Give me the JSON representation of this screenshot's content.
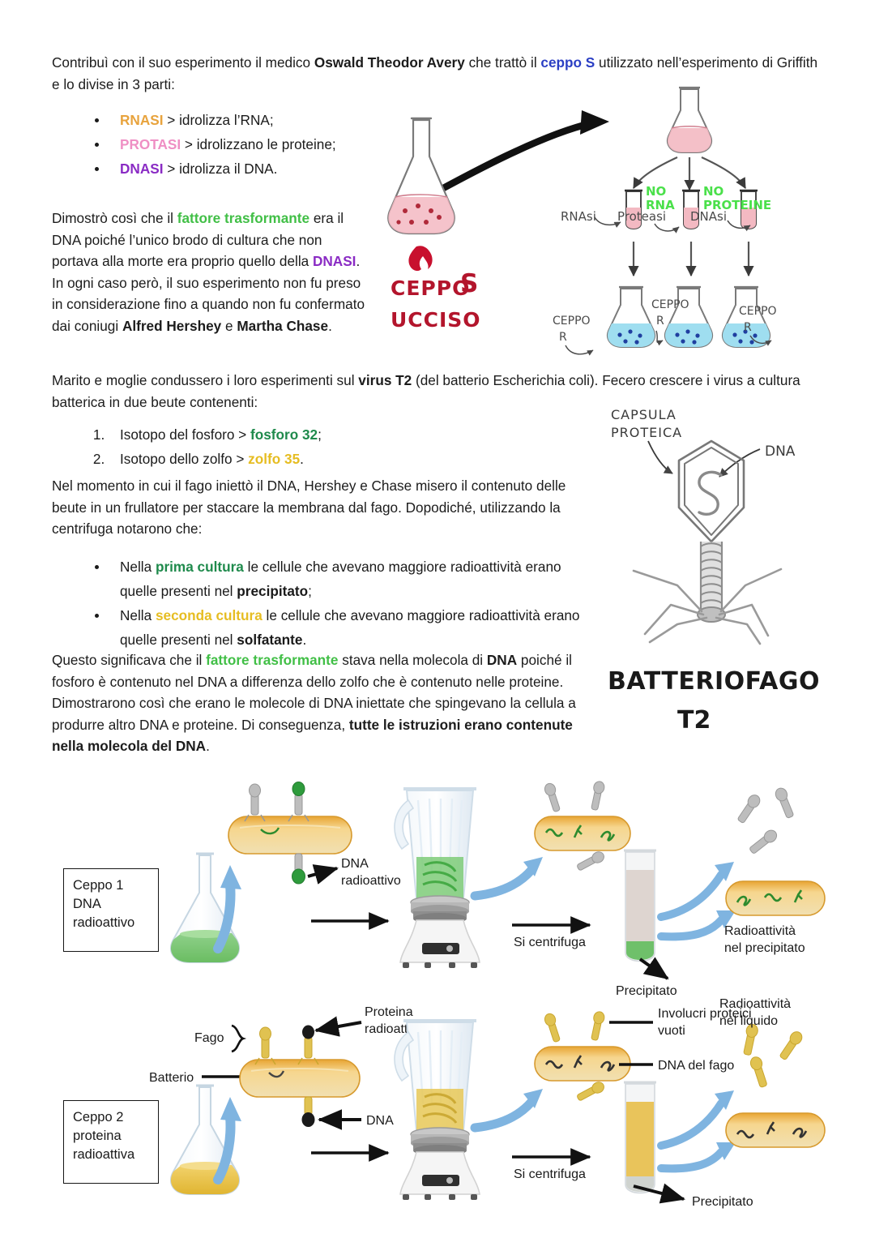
{
  "document": {
    "language": "it",
    "title_topic": "Esperimenti di Avery e di Hershey-Chase"
  },
  "colors": {
    "blue": "#2b3fc4",
    "orange": "#e8a33d",
    "pink": "#ef8fc4",
    "purple": "#8a2bc4",
    "green_bright": "#41bf46",
    "green_dark": "#1f8a4c",
    "gold": "#e6bd22",
    "arrow_blue": "#7fb4e0",
    "bacteria_yellow": "#f3cf7a",
    "flask_green": "#7cc576",
    "flask_yellow": "#e9c04f",
    "text": "#1c1c1c"
  },
  "paragraphs": {
    "p1": {
      "t1": "Contribuì con il suo esperimento il medico ",
      "bold1": "Oswald Theodor Avery",
      "t2": " che trattò il ",
      "blue1": "ceppo S",
      "t3": " utilizzato nell’esperimento di Griffith e lo divise in 3 parti:"
    },
    "p2": {
      "t1": "Dimostrò così che il ",
      "green1": "fattore trasformante",
      "t2": " era il DNA poiché l’unico brodo di cultura che non portava alla morte era proprio quello della ",
      "purple1": "DNASI",
      "t3": ". In ogni caso però, il suo esperimento non fu preso in considerazione fino a quando non fu confermato dai coniugi ",
      "bold1": "Alfred Hershey",
      "t4": " e ",
      "bold2": "Martha Chase",
      "t5": "."
    },
    "p3": {
      "t1": "Marito e moglie condussero i loro esperimenti sul ",
      "bold1": "virus T2",
      "t2": " (del batterio Escherichia coli). Fecero crescere i virus a cultura batterica in due beute contenenti:"
    },
    "p4": {
      "t1": "Nel momento in cui il fago iniettò il DNA, Hershey e Chase misero il contenuto delle beute in un frullatore per staccare la membrana dal fago. Dopodiché, utilizzando la centrifuga notarono che:"
    },
    "p5": {
      "t1": "Questo significava che il ",
      "green1": "fattore trasformante",
      "t2": " stava nella molecola di ",
      "bold1": "DNA",
      "t3": " poiché il fosforo è contenuto nel DNA a differenza dello zolfo che è contenuto nelle proteine. Dimostrarono così che erano le molecole di DNA iniettate che spingevano la cellula a produrre altro DNA e proteine. Di conseguenza, ",
      "bold2": "tutte le istruzioni erano contenute nella molecola del DNA",
      "t4": "."
    }
  },
  "enzyme_list": [
    {
      "name": "RNASI",
      "rest": " > idrolizza l’RNA;",
      "color_class": "c-orange"
    },
    {
      "name": "PROTASI",
      "rest": " > idrolizzano le proteine;",
      "color_class": "c-pink"
    },
    {
      "name": "DNASI",
      "rest": " > idrolizza il DNA.",
      "color_class": "c-purple"
    }
  ],
  "isotope_list": [
    {
      "prefix": "Isotopo del fosforo > ",
      "highlight": "fosforo 32",
      "suffix": ";",
      "color_class": "c-dgreen"
    },
    {
      "prefix": "Isotopo dello zolfo > ",
      "highlight": "zolfo 35",
      "suffix": ".",
      "color_class": "c-gold"
    }
  ],
  "culture_list": [
    {
      "pre": "Nella ",
      "highlight": "prima cultura",
      "mid": " le cellule che avevano maggiore radioattività erano quelle presenti nel ",
      "bold": "precipitato",
      "post": ";",
      "color_class": "c-dgreen"
    },
    {
      "pre": "Nella ",
      "highlight": "seconda cultura",
      "mid": " le cellule che avevano maggiore radioattività erano quelle presenti nel ",
      "bold": "solfatante",
      "post": ".",
      "color_class": "c-gold"
    }
  ],
  "avery_figure": {
    "caption_ceppo_s": "CEPPO S",
    "caption_ucciso": "UCCISO",
    "enzyme_labels": [
      "RNAsi",
      "Proteasi",
      "DNAsi"
    ],
    "highlight_labels": [
      "NO RNA",
      "NO PROTEINE"
    ],
    "result_labels": [
      "CEPPO R",
      "CEPPO R",
      "CEPPO R"
    ]
  },
  "phage_figure": {
    "label_capsula": "CAPSULA\nPROTEICA",
    "label_dna": "DNA",
    "letter_inside": "S",
    "caption_line1": "BATTERIOFAGO",
    "caption_line2": "T2"
  },
  "hershey_figure": {
    "row1": {
      "box": "Ceppo 1\nDNA\nradioattivo",
      "label_dna_radioattivo": "DNA\nradioattivo",
      "label_si_centrifuga": "Si centrifuga",
      "label_precipitato": "Precipitato",
      "label_radioattivita": "Radioattività\nnel precipitato"
    },
    "row2": {
      "box": "Ceppo 2\nproteina\nradioattiva",
      "label_fago": "Fago",
      "label_batterio": "Batterio",
      "label_proteina_radioattiva": "Proteina\nradioattiva",
      "label_dna": "DNA",
      "label_involucri": "Involucri proteici\nvuoti",
      "label_dna_del_fago": "DNA del fago",
      "label_si_centrifuga": "Si centrifuga",
      "label_radioattivita": "Radioattività\nnel liquido",
      "label_precipitato": "Precipitato"
    }
  }
}
